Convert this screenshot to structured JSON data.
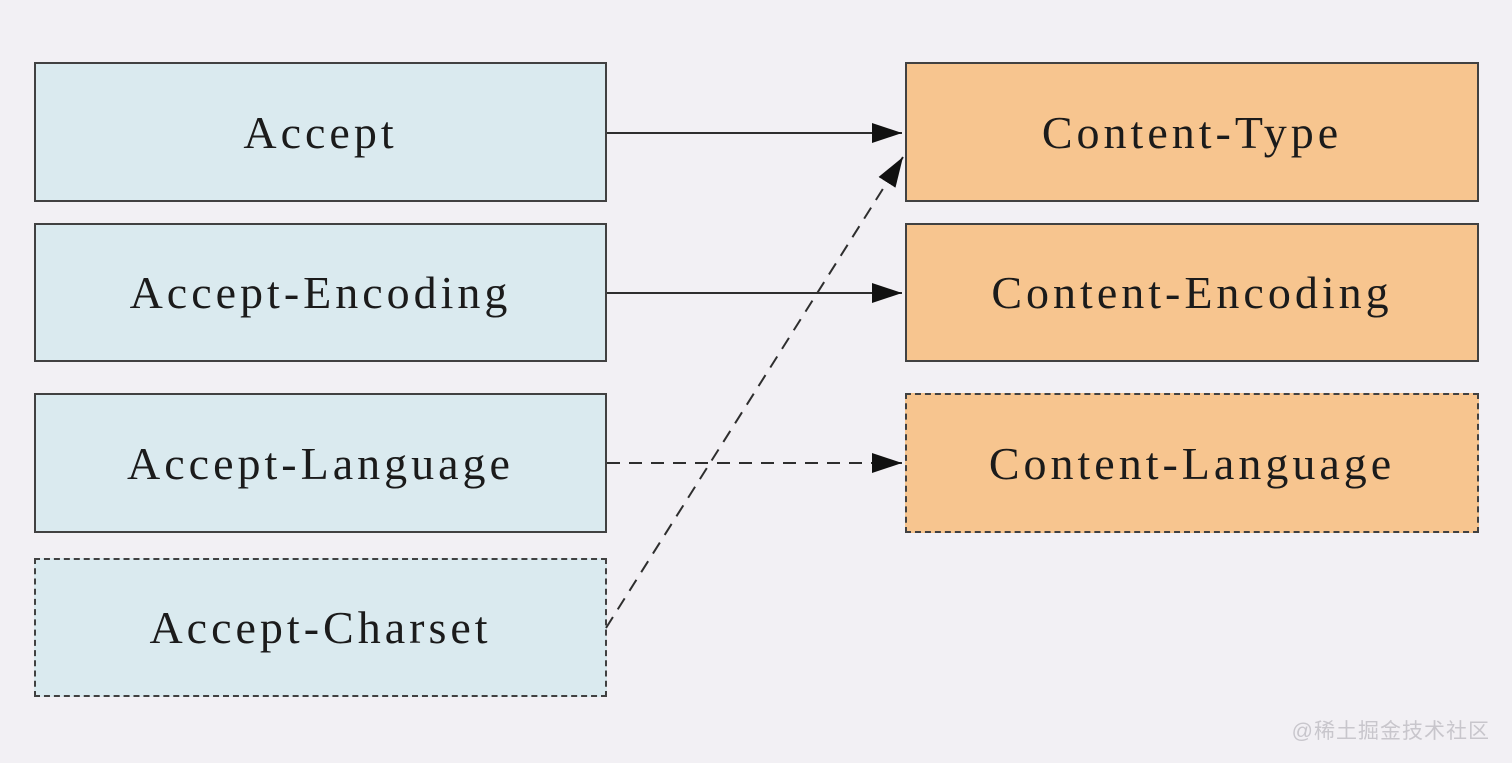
{
  "diagram": {
    "description": "Mapping of HTTP request Accept headers to HTTP response Content headers",
    "left_boxes": [
      {
        "label": "Accept",
        "border": "solid"
      },
      {
        "label": "Accept-Encoding",
        "border": "solid"
      },
      {
        "label": "Accept-Language",
        "border": "solid"
      },
      {
        "label": "Accept-Charset",
        "border": "dashed"
      }
    ],
    "right_boxes": [
      {
        "label": "Content-Type",
        "border": "solid"
      },
      {
        "label": "Content-Encoding",
        "border": "solid"
      },
      {
        "label": "Content-Language",
        "border": "dashed"
      }
    ],
    "connections": [
      {
        "from": "Accept",
        "to": "Content-Type",
        "line": "solid"
      },
      {
        "from": "Accept-Encoding",
        "to": "Content-Encoding",
        "line": "solid"
      },
      {
        "from": "Accept-Language",
        "to": "Content-Language",
        "line": "dashed"
      },
      {
        "from": "Accept-Charset",
        "to": "Content-Type",
        "line": "dashed"
      }
    ],
    "colors": {
      "background": "#f2f0f4",
      "left_box_fill": "#daeaef",
      "right_box_fill": "#f7c58f",
      "border": "#414141",
      "arrow": "#2e2e2e",
      "text": "#1b1b1b",
      "watermark": "#c8c6cc"
    }
  },
  "watermark": {
    "text": "@稀土掘金技术社区"
  }
}
